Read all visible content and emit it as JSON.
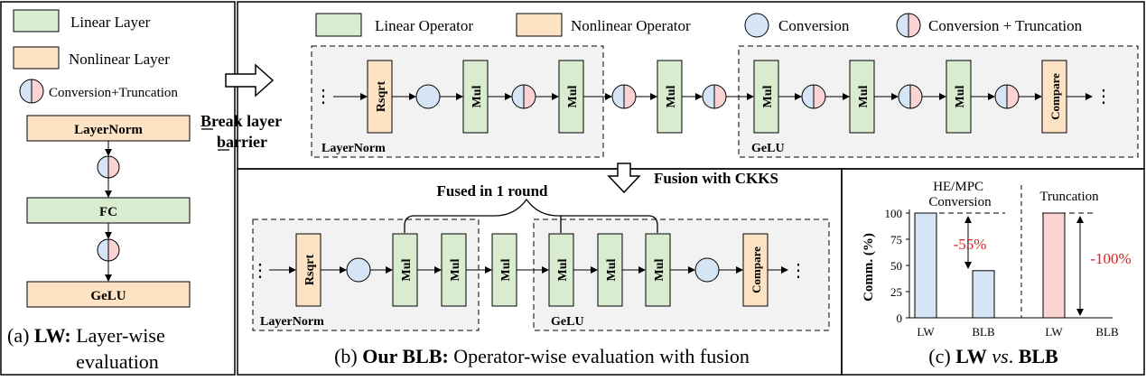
{
  "colors": {
    "linear": "#d9ecd0",
    "nonlinear": "#fde3c4",
    "conversion": "#d6e5f6",
    "truncation": "#fbd3d3",
    "group_bg": "#f2f2f2",
    "bar_lw": "#d6e5f6",
    "bar_trunc": "#fbd3d3",
    "annotation": "#e0201c"
  },
  "panel_a": {
    "legend": {
      "linear": "Linear Layer",
      "nonlinear": "Nonlinear Layer",
      "conv_trunc": "Conversion+Truncation"
    },
    "blocks": [
      "LayerNorm",
      "FC",
      "GeLU"
    ],
    "caption_prefix": "(a) ",
    "caption_bold": "LW:",
    "caption_line1_rest": " Layer-wise",
    "caption_line2": "evaluation"
  },
  "arrow_label": {
    "line1": "Break layer",
    "line2": "barrier"
  },
  "panel_b_top": {
    "legend": {
      "linear": "Linear Operator",
      "nonlinear": "Nonlinear Operator",
      "conversion": "Conversion",
      "conv_trunc": "Conversion + Truncation"
    },
    "ellipsis": "⋮",
    "ops": {
      "rsqrt": "Rsqrt",
      "mul": "Mul",
      "compare": "Compare"
    },
    "group_labels": {
      "layernorm": "LayerNorm",
      "gelu": "GeLU"
    }
  },
  "fusion_label": "Fusion with CKKS",
  "panel_b_bottom": {
    "fused_label": "Fused in 1 round",
    "caption_prefix": "(b) ",
    "caption_bold": "Our BLB:",
    "caption_rest": " Operator-wise evaluation with fusion"
  },
  "panel_c": {
    "caption_prefix": "(c) ",
    "caption_lw": "LW",
    "caption_vs": "vs",
    "caption_blb": "BLB",
    "caption_dot": ".",
    "group_titles": [
      "HE/MPC\nConversion",
      "Truncation"
    ],
    "reductions": [
      "-55%",
      "-100%"
    ]
  },
  "chart_data": {
    "type": "bar",
    "ylabel": "Comm. (%)",
    "ylim": [
      0,
      100
    ],
    "yticks": [
      0,
      25,
      50,
      75,
      100
    ],
    "groups": [
      {
        "title": "HE/MPC Conversion",
        "categories": [
          "LW",
          "BLB"
        ],
        "values": [
          100,
          45
        ]
      },
      {
        "title": "Truncation",
        "categories": [
          "LW",
          "BLB"
        ],
        "values": [
          100,
          0
        ]
      }
    ]
  }
}
